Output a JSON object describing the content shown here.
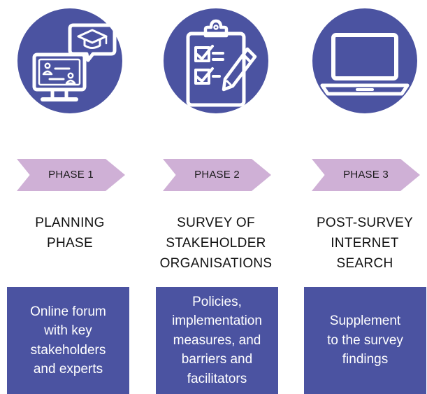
{
  "colors": {
    "primary": "#4b53a1",
    "arrow": "#cfb0d6",
    "text": "#111111",
    "box_text": "#ffffff"
  },
  "phases": [
    {
      "icon": "computer-monitor-graduation-cap-icon",
      "label": "PHASE 1",
      "title": "PLANNING\nPHASE",
      "description": "Online forum\nwith key\nstakeholders\nand experts"
    },
    {
      "icon": "clipboard-checklist-pencil-icon",
      "label": "PHASE 2",
      "title": "SURVEY OF\nSTAKEHOLDER\nORGANISATIONS",
      "description": "Policies,\nimplementation\nmeasures, and\nbarriers and\nfacilitators"
    },
    {
      "icon": "laptop-icon",
      "label": "PHASE 3",
      "title": "POST-SURVEY\nINTERNET\nSEARCH",
      "description": "Supplement\nto the survey\nfindings"
    }
  ]
}
